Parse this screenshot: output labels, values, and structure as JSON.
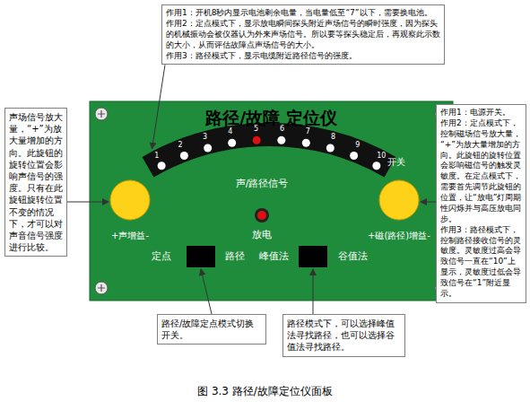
{
  "diagram": {
    "caption": "图 3.3 路径/故障定位仪面板",
    "nodes": [
      {
        "text": [
          "作用1：开机8秒内显示电池剩余电量，当电量低至“7”以下，需要换电池。",
          "作用2：定点模式下，显示放电瞬间探头附近声场信号的瞬时强度，因为探头的机械振动会被仪器认为外来声场信号。所以要等探头稳定后，再观察此示数的大小，从而评估故障点声场信号的大小。",
          "作用3：路径模式下，显示电缆附近路径信号的强度。"
        ]
      },
      {
        "text": [
          "声场信号放大量，“+”为放大量增加的方向。此旋钮的旋转位置会影响声信号的强度。只有在此旋钮旋转位置不变的情况下，才可以对声音信号强度进行比较。"
        ]
      },
      {
        "text": [
          "路径/故障 定位仪"
        ]
      },
      {
        "text": [
          "作用1：电源开关。",
          "作用2：定点模式下，控制磁场信号放大量，“+”为放大量增加的方向。此旋钮的旋转位置会影响磁信号的触发灵敏度。在定点模式下，需要首先调节此旋钮的位置，让“放电”灯周期性闪烁并与高压放电同步。",
          "作用3：路径模式下，控制路径接收信号的灵敏度。灵敏度过高会导致信号一直在“10”上显示，灵敏度过低会导致信号在“1”附近显示。"
        ]
      },
      {
        "text": [
          "路径/故障定点模式切换开关。"
        ]
      },
      {
        "text": [
          "路径模式下，可以选择峰值法寻找路径，也可以选择谷值法寻找路径。"
        ]
      }
    ],
    "labels": [
      "1",
      "2",
      "3",
      "4",
      "5",
      "6",
      "7",
      "8",
      "9",
      "10",
      "开关",
      "声/路径信号",
      "放电",
      "+声增益-",
      "+磁(路径)增益-",
      "定点",
      "路径",
      "峰值法",
      "谷值法"
    ]
  }
}
